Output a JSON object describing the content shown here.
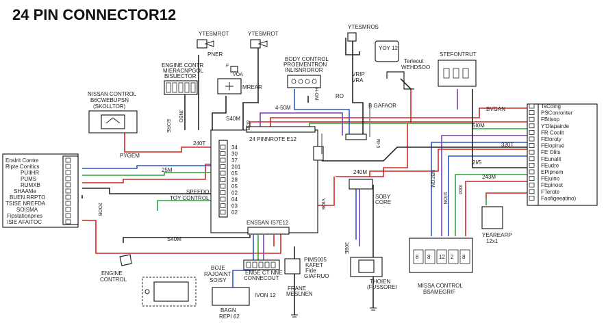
{
  "title": "24 PIN CONNECTOR12",
  "components": {
    "top_sensor_1": {
      "label": "YTESMROT",
      "sub": "PNER"
    },
    "top_sensor_2": {
      "label": "YTESMROT"
    },
    "top_sensor_3": {
      "label": "YTESMROS",
      "sub": "YOY 12"
    },
    "terleout": {
      "label": "Terleout",
      "sub": "WEHDSOO"
    },
    "stefontrut": {
      "label": "STEFONTRUT"
    },
    "engine_control": {
      "lines": [
        "ENGINE CONTR",
        "MIERACNPGOL",
        "BISUECTOR"
      ]
    },
    "body_control": {
      "lines": [
        "BODY CONTROL",
        "PROEMENTRON",
        "INLISNROROR"
      ]
    },
    "nissan_control": {
      "lines": [
        "NISSAN CONTROL",
        "B6CWEBUPSN",
        "(SKOLLTOR)"
      ]
    },
    "mrear": {
      "label": "MREAR"
    },
    "main_connector": {
      "top_label": "24 PINNROTE E12",
      "bottom_label": "ENSSAN IS7E12"
    },
    "main_pins": [
      "34",
      "30",
      "37",
      "201",
      "05",
      "28",
      "05",
      "02",
      "04",
      "03",
      "02"
    ],
    "left_connector": {
      "lines": [
        "Enslrit Contre",
        "Ripte Conitics",
        "PUIIHR",
        "PUMS",
        "RUMXB",
        "SHAAMe",
        "BUEN RRPTO",
        "TSISE NREFDA",
        "SOISMA",
        "Fipstationpnes",
        "ISIE AFAITOC"
      ]
    },
    "right_connector": {
      "lines": [
        "TsCoing",
        "PSConronter",
        "FBtisop",
        "Y'Dlapairde",
        "FR Coolit",
        "FEloroty",
        "FElopirue",
        "FE Olits",
        "FEunalit",
        "FEudre",
        "EPipnem",
        "FEjuino",
        "FEpinoot",
        "FTerote",
        "Faofigeeatino)"
      ]
    },
    "engine_control_bottom": {
      "lines": [
        "ENGINE",
        "CONTROL"
      ]
    },
    "boje_raioaint": {
      "lines": [
        "BOJE",
        "RAJOAINT",
        "SOISY"
      ]
    },
    "enge_connecout": {
      "lines": [
        "ENGE CT NNE",
        "CONNECOUT"
      ]
    },
    "frane": {
      "lines": [
        "PIMS005",
        "KAFET",
        "Fide",
        "GIAFRUO"
      ]
    },
    "frane_meslnen": {
      "lines": [
        "FRANE",
        "MESLNEN"
      ]
    },
    "baen": {
      "lines": [
        "BAGN",
        "REPI 62"
      ],
      "side": "IVON 12"
    },
    "thoien": {
      "lines": [
        "THOIEN",
        "(FUSSOREI"
      ]
    },
    "missa_control": {
      "lines": [
        "MISSA CONTROL",
        "BSAMEGRIF"
      ],
      "pins": [
        "8",
        "8",
        "12",
        "2",
        "8"
      ]
    },
    "yearearp": {
      "lines": [
        "YEAREARP",
        "12x1"
      ]
    },
    "soby_core": {
      "lines": [
        "SOBY",
        "CORE"
      ]
    }
  },
  "wire_labels": [
    "PYGEM",
    "240T",
    "25M",
    "SPEEDO",
    "TOY CONTROL",
    "S40M",
    "S40M",
    "4-50M",
    "BVGAN",
    "5I0M",
    "320T",
    "2I/5",
    "243M",
    "240M",
    "RO",
    "VRIP",
    "VRA",
    "B GAFAOR",
    "EORE",
    "JNBO",
    "30BE",
    "RI-5",
    "2OOB",
    "H-OM",
    "8I3B",
    "VIOE",
    "NBEOM",
    "1I/ON",
    "I000",
    "F",
    "VOA"
  ],
  "colors": {
    "red": "#d0271e",
    "green": "#2aa336",
    "blue": "#2b57c7",
    "purple": "#7a3fb0",
    "black": "#222222",
    "gray": "#888888"
  }
}
